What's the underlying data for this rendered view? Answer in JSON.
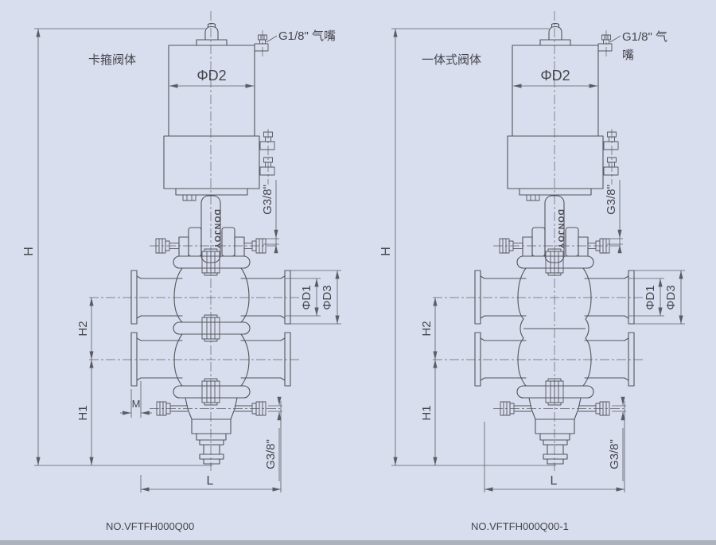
{
  "colors": {
    "background": "#d9deee",
    "line": "#54555c",
    "dim_line": "#5b5c64",
    "text": "#45464d",
    "bottom_bar": "#aeb2bd"
  },
  "views": [
    {
      "id": "clamp-body-view",
      "type_label": "卡箍阀体",
      "part_no": "NO.VFTFH000Q00",
      "air_nozzle_label": "G1/8\"  气嘴",
      "brand_text": "DONJOY",
      "labels": {
        "d2": "ΦD2",
        "d1": "ΦD1",
        "d3": "ΦD3",
        "h": "H",
        "h2": "H2",
        "h1": "H1",
        "l": "L",
        "m": "M",
        "g38_upper": "G3/8\"",
        "g38_lower": "G3/8\""
      }
    },
    {
      "id": "integral-body-view",
      "type_label": "一体式阀体",
      "part_no": "NO.VFTFH000Q00-1",
      "air_nozzle_label_line1": "G1/8\" 气",
      "air_nozzle_label_line2": "嘴",
      "brand_text": "DONJOY",
      "labels": {
        "d2": "ΦD2",
        "d1": "ΦD1",
        "d3": "ΦD3",
        "h": "H",
        "h2": "H2",
        "h1": "H1",
        "l": "L",
        "g38_upper": "G3/8\"",
        "g38_lower": "G3/8\""
      }
    }
  ]
}
